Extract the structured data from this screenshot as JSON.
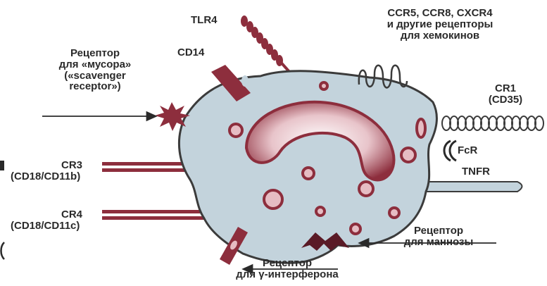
{
  "colors": {
    "cell_fill": "#c3d3dc",
    "cell_stroke": "#3b3b3b",
    "accent": "#8d2e3d",
    "accent_light": "#e6bcc3",
    "text": "#2a2a2a"
  },
  "labels": {
    "tlr4": "TLR4",
    "ccr_line1": "CCR5, CCR8, CXCR4",
    "ccr_line2": "и другие рецепторы",
    "ccr_line3": "для хемокинов",
    "cd14": "CD14",
    "scav_line1": "Рецептор",
    "scav_line2": "для «мусора»",
    "scav_line3": "(«scavenger",
    "scav_line4": "receptor»)",
    "cr1_line1": "CR1",
    "cr1_line2": "(CD35)",
    "fcr": "FcR",
    "tnfr": "TNFR",
    "cr3_line1": "CR3",
    "cr3_line2": "(CD18/CD11b)",
    "cr4_line1": "CR4",
    "cr4_line2": "(CD18/CD11c)",
    "mannose_line1": "Рецептор",
    "mannose_line2": "для маннозы",
    "ifn_line1": "Рецептор",
    "ifn_line2": "для γ-интерферона"
  }
}
